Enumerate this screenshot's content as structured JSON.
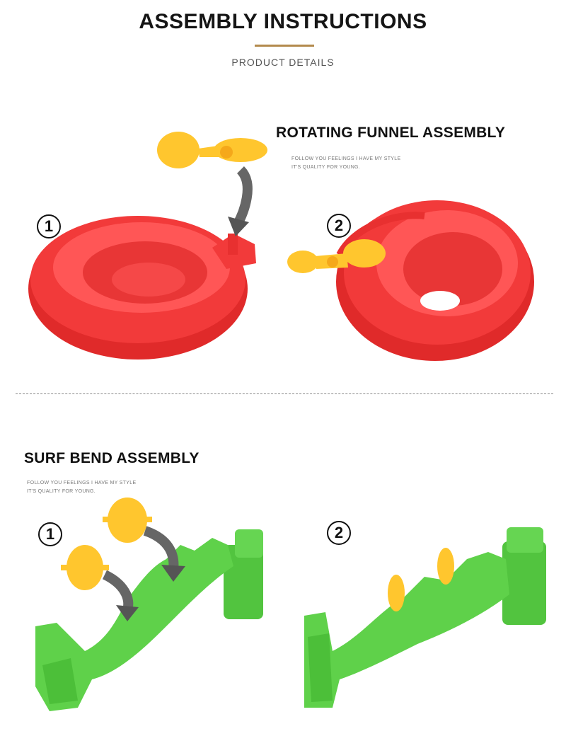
{
  "header": {
    "title": "ASSEMBLY INSTRUCTIONS",
    "subtitle": "PRODUCT DETAILS"
  },
  "funnel_section": {
    "heading": "ROTATING FUNNEL ASSEMBLY",
    "tagline_1": "FOLLOW YOU FEELINGS I HAVE MY STYLE",
    "tagline_2": "IT'S QUALITY FOR YOUNG.",
    "step_1": "1",
    "step_2": "2"
  },
  "surf_section": {
    "heading": "SURF BEND ASSEMBLY",
    "tagline_1": "FOLLOW YOU FEELINGS I HAVE MY STYLE",
    "tagline_2": "IT'S QUALITY FOR YOUNG.",
    "step_1": "1",
    "step_2": "2"
  },
  "colors": {
    "funnel_red": "#f23a3a",
    "paddle_yellow": "#ffc62e",
    "track_green": "#5fd14a",
    "accent_rule": "#b38a4d"
  }
}
